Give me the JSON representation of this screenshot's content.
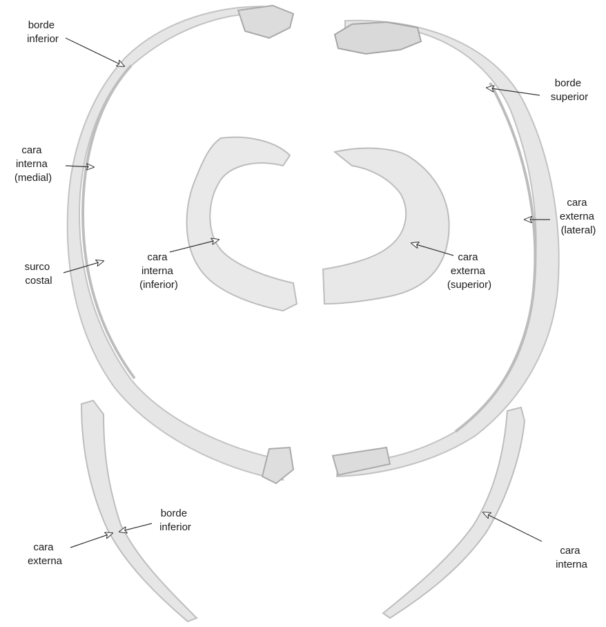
{
  "labels": {
    "rib1_inferior_border": [
      "borde",
      "inferior"
    ],
    "rib1_internal_face": [
      "cara",
      "interna",
      "(medial)"
    ],
    "rib1_costal_groove": [
      "surco",
      "costal"
    ],
    "rib2_superior_border": [
      "borde",
      "superior"
    ],
    "rib2_external_face": [
      "cara",
      "externa",
      "(lateral)"
    ],
    "first_rib_internal_face": [
      "cara",
      "interna",
      "(inferior)"
    ],
    "first_rib_external_face": [
      "cara",
      "externa",
      "(superior)"
    ],
    "twelfth_rib_inferior_border": [
      "borde",
      "inferior"
    ],
    "twelfth_rib_external_face": [
      "cara",
      "externa"
    ],
    "twelfth_rib_internal_face": [
      "cara",
      "interna"
    ]
  },
  "colors": {
    "bone_fill": "#e9e9e9",
    "bone_shade": "#cfcfcf",
    "bone_edge": "#b5b5b5",
    "arrow": "#333333",
    "text": "#1a1a1a"
  }
}
